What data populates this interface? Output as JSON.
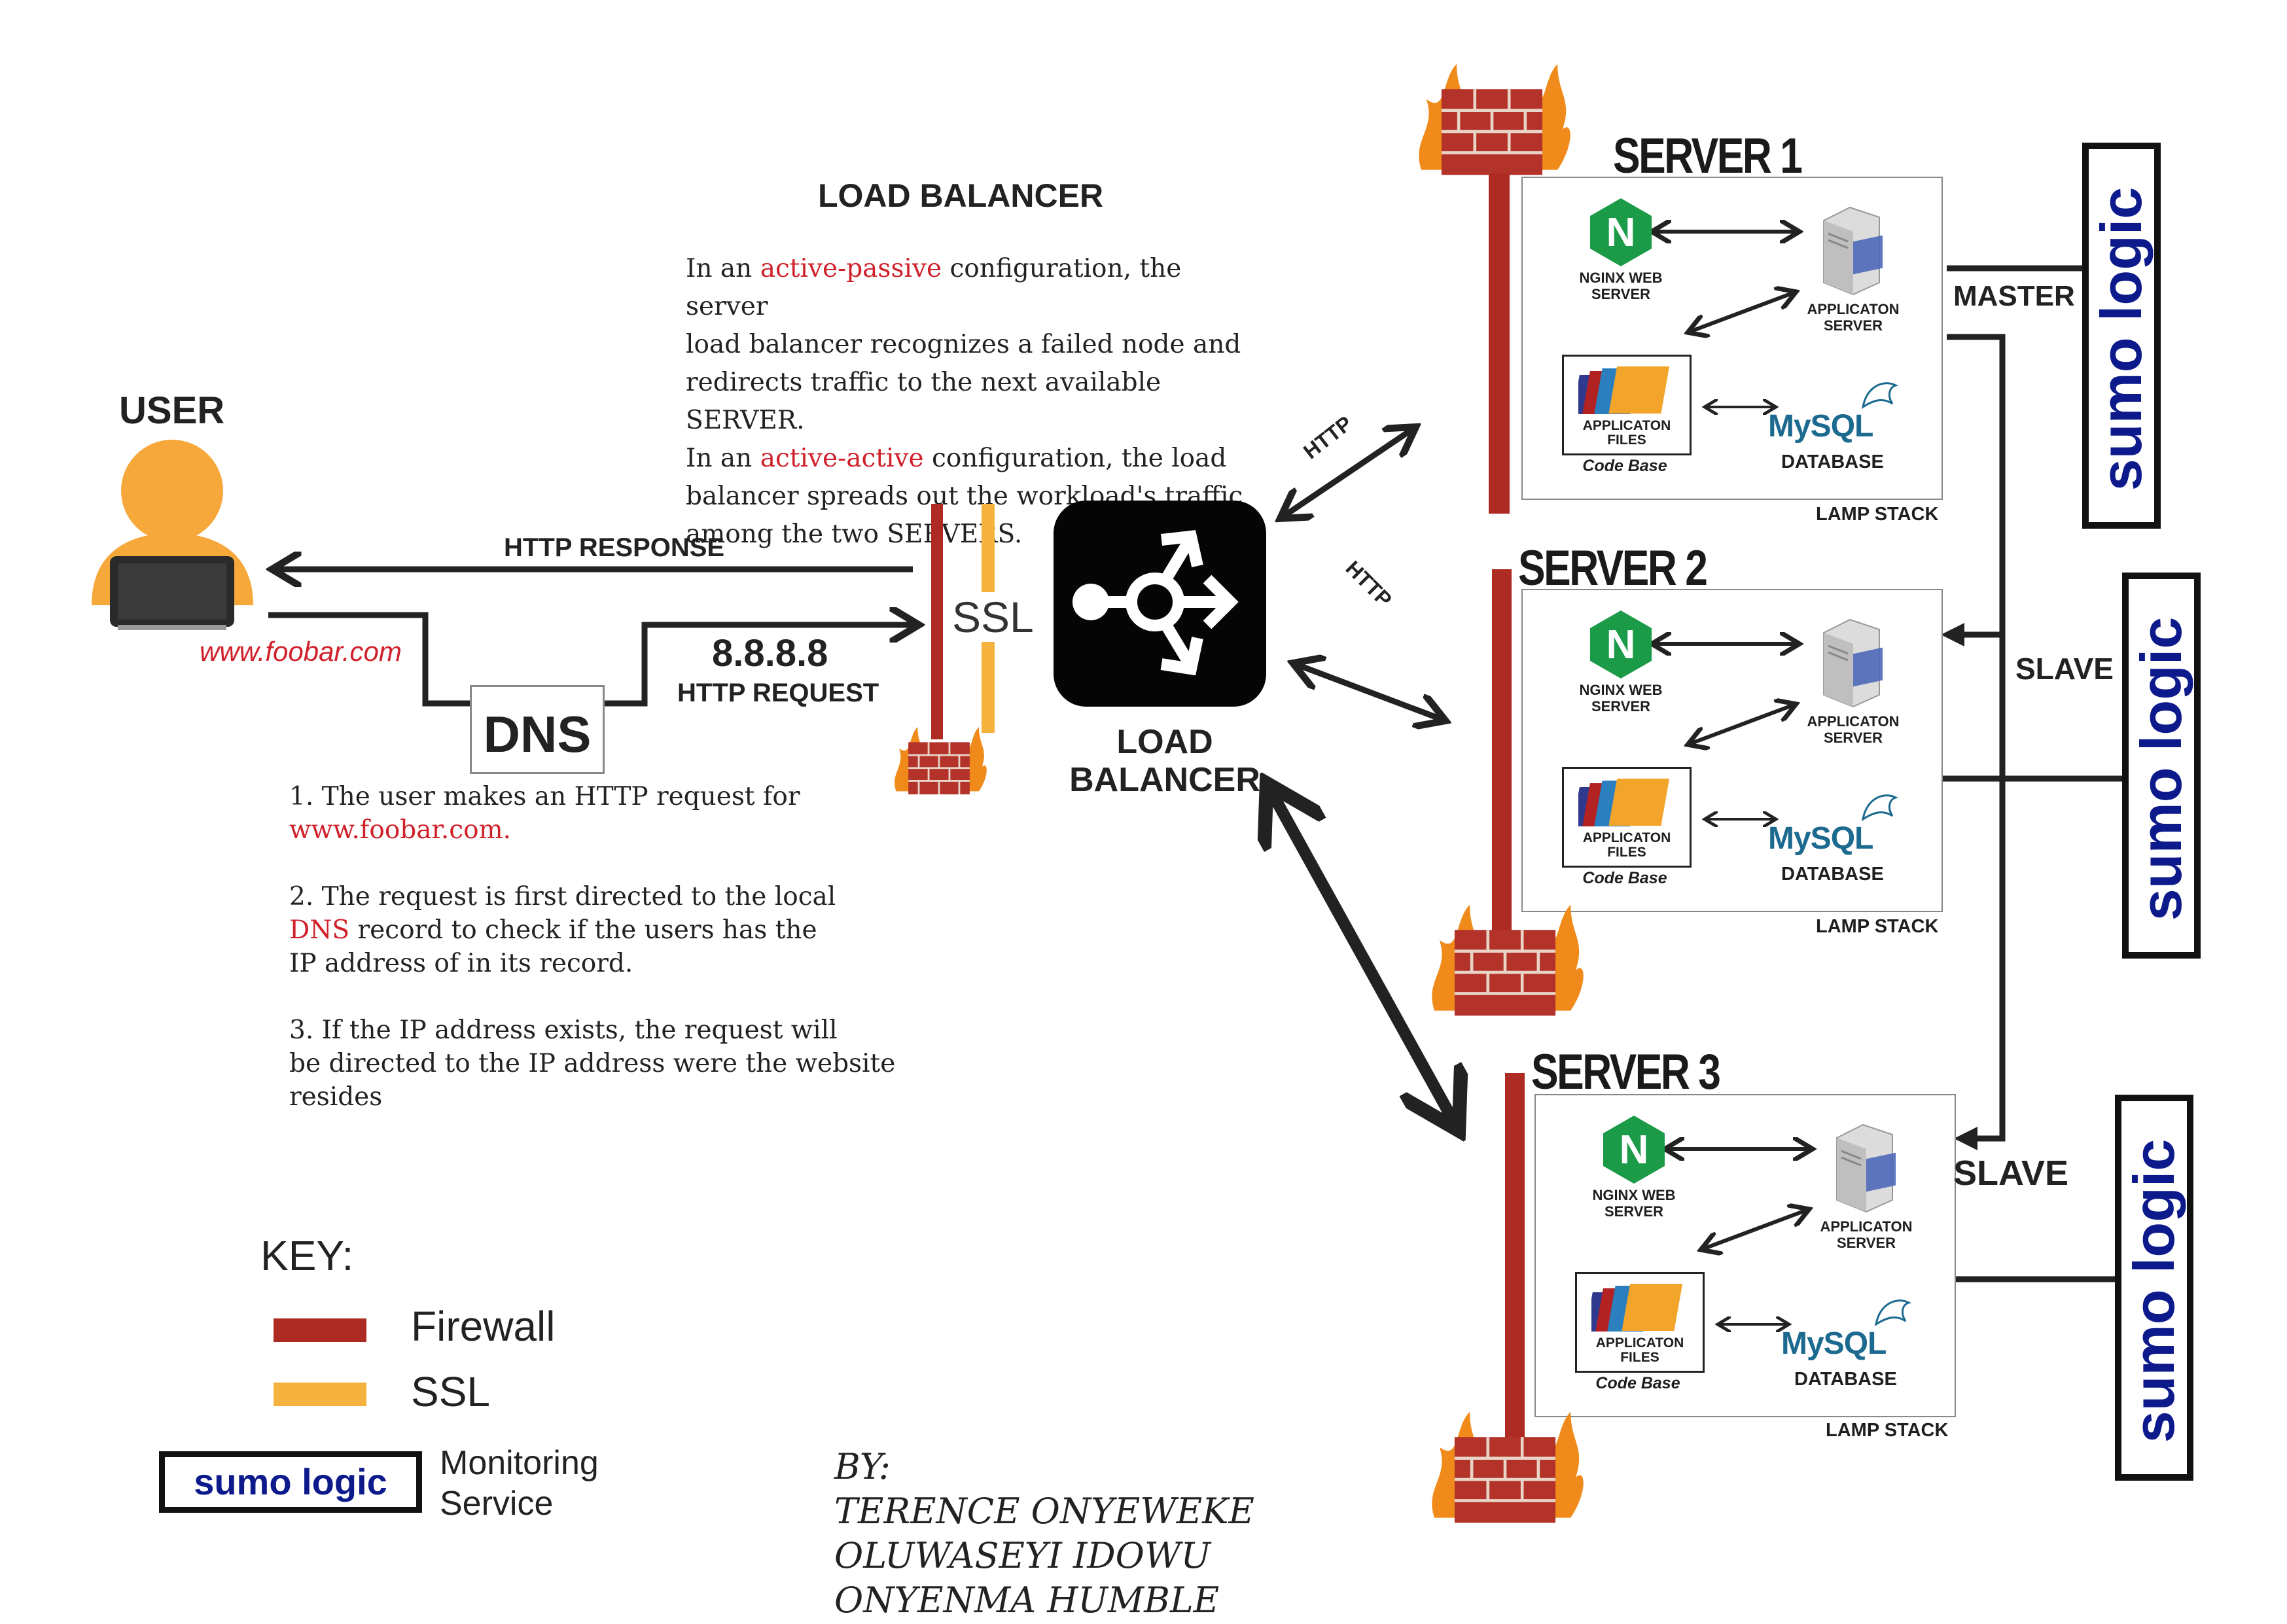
{
  "title": "LOAD BALANCER",
  "description": {
    "l1_a": "In an ",
    "l1_b": "active-passive",
    "l1_c": " configuration, the server",
    "l2": "load balancer recognizes a failed node and",
    "l3": "redirects traffic to the next available SERVER.",
    "l4_a": "In an ",
    "l4_b": "active-active",
    "l4_c": " configuration, the load",
    "l5": "balancer spreads out the workload's traffic",
    "l6": "among the two SERVERS."
  },
  "user": {
    "label": "USER",
    "url": "www.foobar.com"
  },
  "flow": {
    "http_response": "HTTP RESPONSE",
    "ip": "8.8.8.8",
    "http_request": "HTTP REQUEST",
    "dns": "DNS",
    "ssl": "SSL",
    "http_1": "HTTP",
    "http_2": "HTTP"
  },
  "load_balancer": {
    "line1": "LOAD",
    "line2": "BALANCER"
  },
  "steps": {
    "s1_l1": "1. The user makes an HTTP request for",
    "s1_l2": "www.foobar.com.",
    "s2_l1": "2. The request is first directed to the local",
    "s2_l2_a": "DNS",
    "s2_l2_b": " record to check if the users has the",
    "s2_l3": "IP address of in its  record.",
    "s3_l1": "3. If the IP address exists, the request will",
    "s3_l2": "be directed to the IP address were the website",
    "s3_l3": "resides"
  },
  "servers": [
    {
      "title": "SERVER 1",
      "nginx": [
        "NGINX WEB",
        "SERVER"
      ],
      "app": [
        "APPLICATON",
        "SERVER"
      ],
      "files": [
        "APPLICATON",
        "FILES"
      ],
      "code": "Code Base",
      "mysql": "MySQL",
      "db": "DATABASE",
      "stack": "LAMP STACK",
      "role": "MASTER"
    },
    {
      "title": "SERVER 2",
      "nginx": [
        "NGINX WEB",
        "SERVER"
      ],
      "app": [
        "APPLICATON",
        "SERVER"
      ],
      "files": [
        "APPLICATON",
        "FILES"
      ],
      "code": "Code Base",
      "mysql": "MySQL",
      "db": "DATABASE",
      "stack": "LAMP STACK",
      "role": "SLAVE"
    },
    {
      "title": "SERVER 3",
      "nginx": [
        "NGINX WEB",
        "SERVER"
      ],
      "app": [
        "APPLICATON",
        "SERVER"
      ],
      "files": [
        "APPLICATON",
        "FILES"
      ],
      "code": "Code Base",
      "mysql": "MySQL",
      "db": "DATABASE",
      "stack": "LAMP STACK",
      "role": "SLAVE"
    }
  ],
  "monitor": {
    "brand": "sumo logic"
  },
  "key": {
    "title": "KEY:",
    "firewall": "Firewall",
    "ssl": "SSL",
    "sumo": "sumo logic",
    "monitoring_1": "Monitoring",
    "monitoring_2": "Service"
  },
  "authors": {
    "by": "BY:",
    "a1": "TERENCE ONYEWEKE",
    "a2": "OLUWASEYI IDOWU",
    "a3": "ONYENMA HUMBLE"
  },
  "colors": {
    "firewall": "#ad2b22",
    "ssl": "#f6b23f",
    "user": "#f6a83b",
    "sumo": "#0c1a8c",
    "nginx": "#1b9a48",
    "accent_red": "#d0202a"
  },
  "icons": [
    "user-icon",
    "laptop-icon",
    "firewall-icon",
    "load-balancer-icon",
    "nginx-icon",
    "app-server-icon",
    "folder-files-icon",
    "mysql-dolphin-icon"
  ]
}
